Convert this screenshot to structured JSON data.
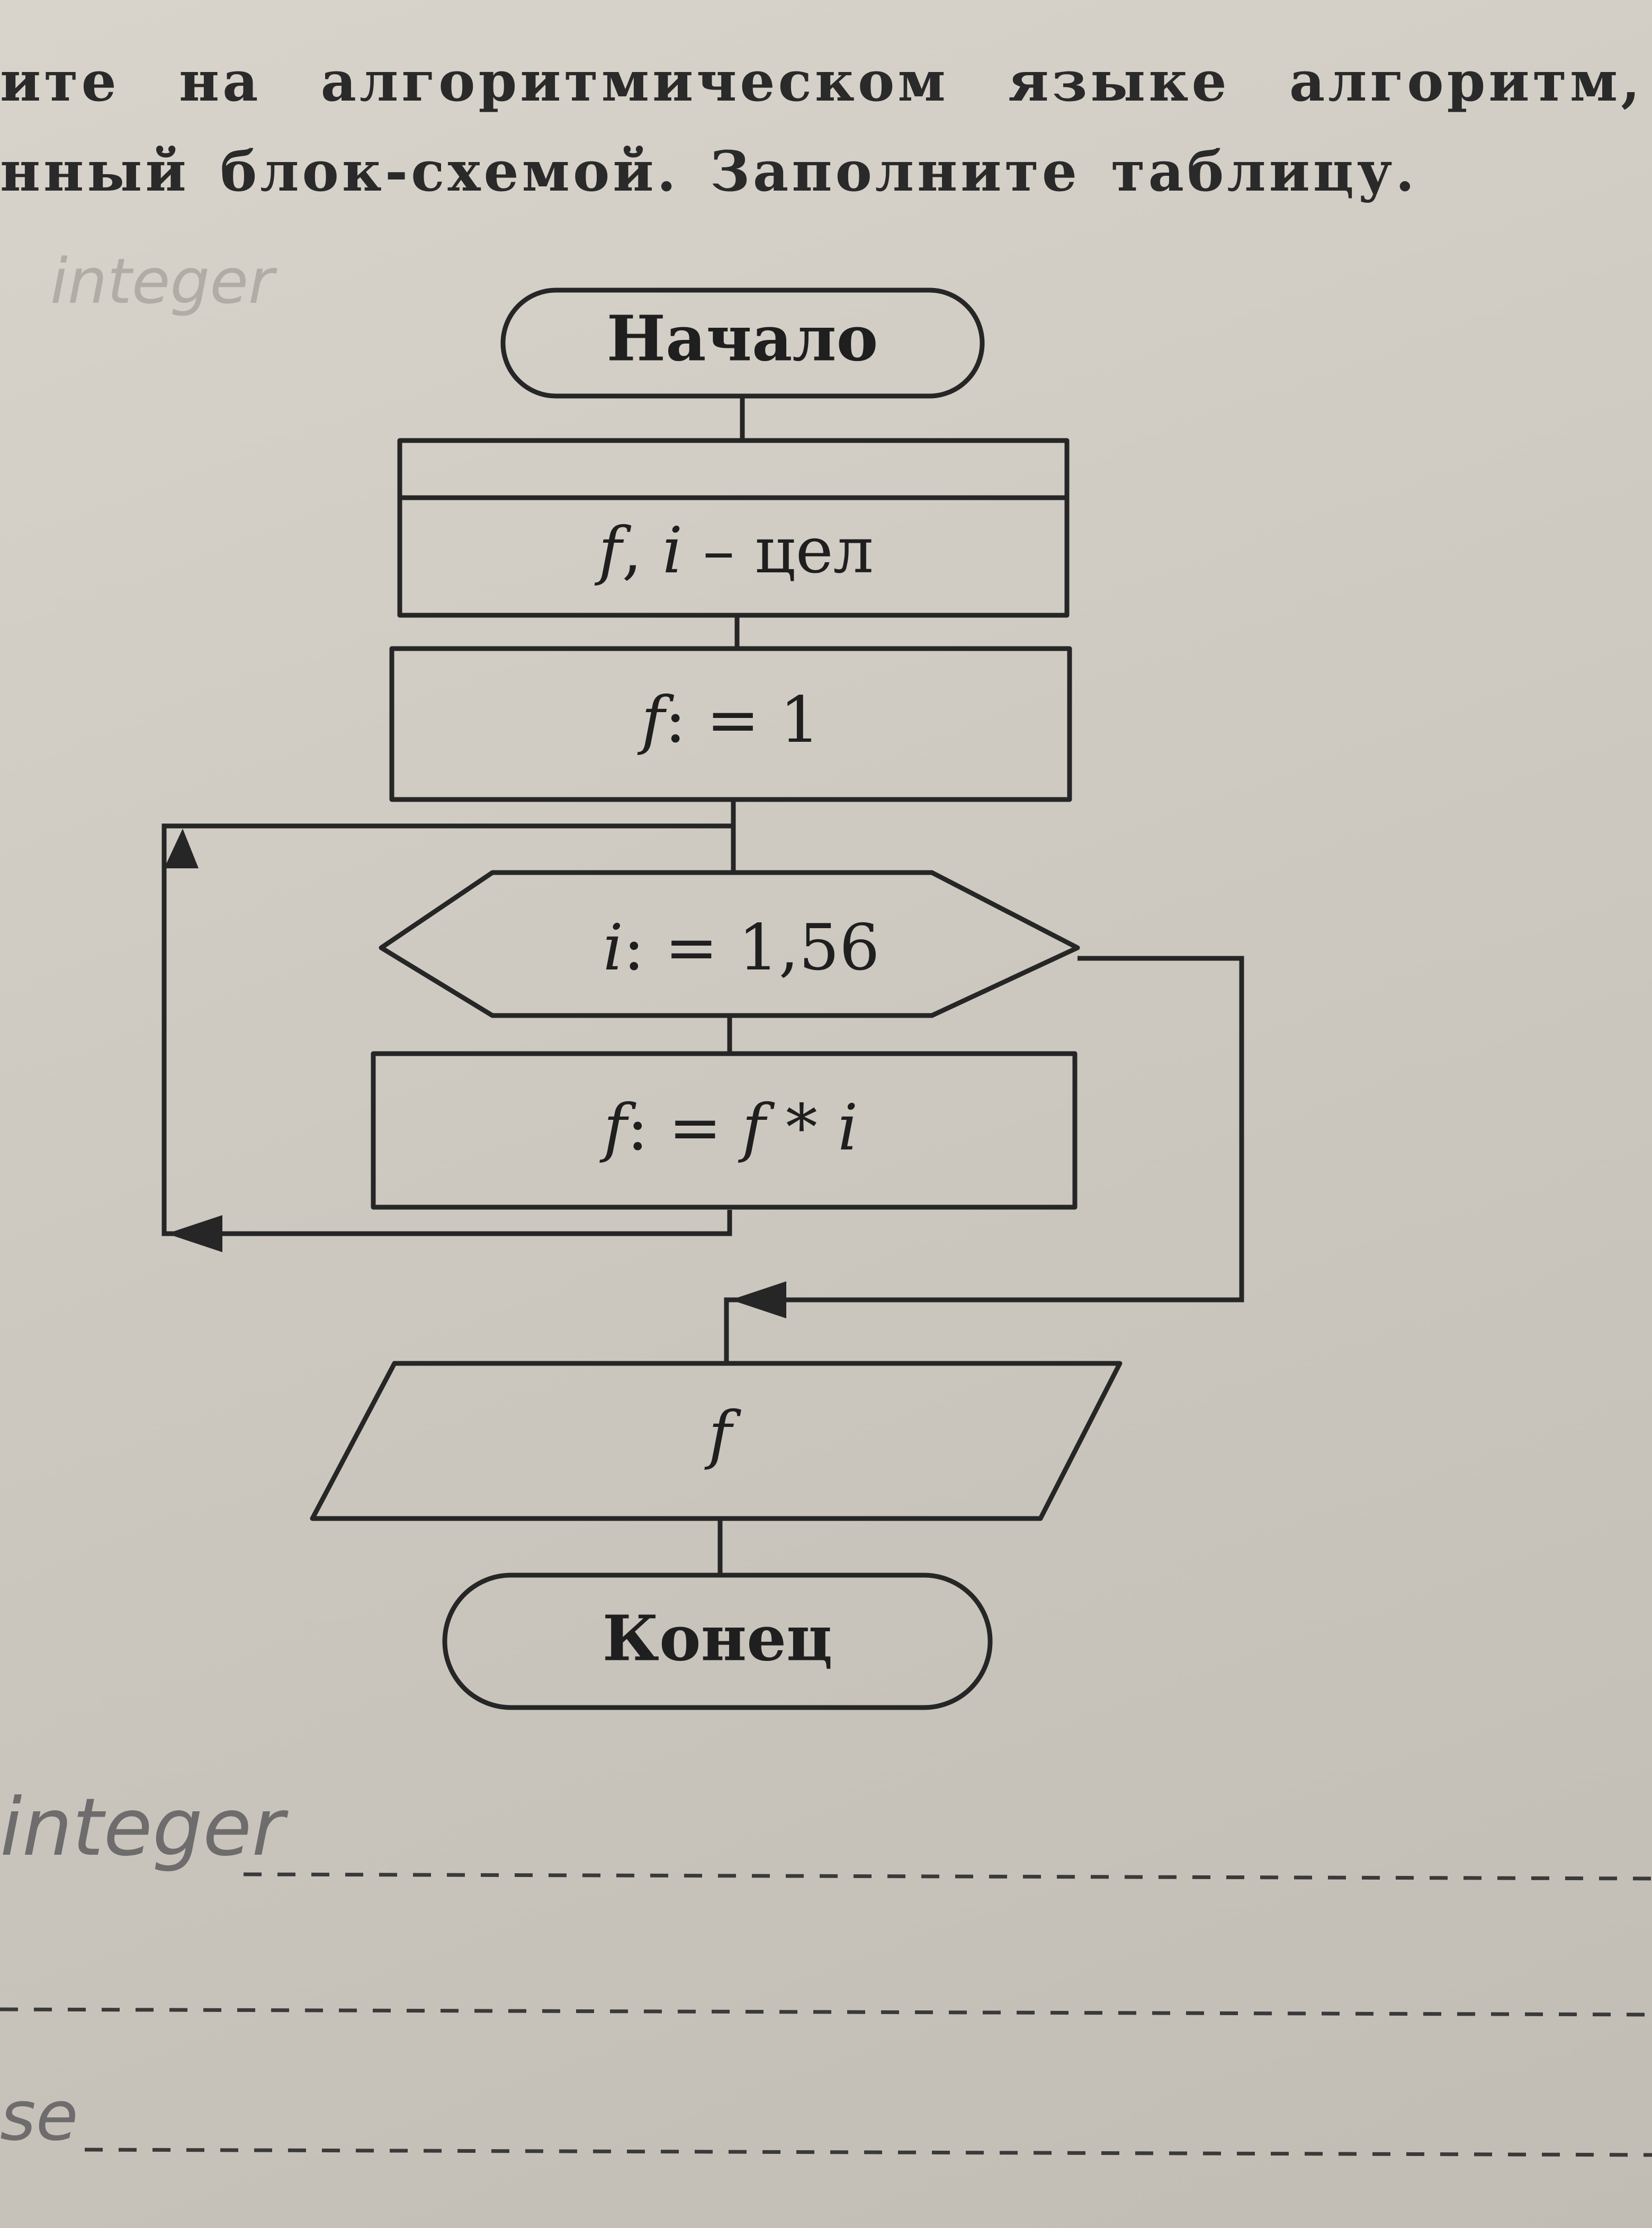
{
  "header": {
    "line1": "ите на алгоритмическом языке алгоритм,",
    "line2": "нный блок-схемой. Заполните таблицу."
  },
  "handwriting": {
    "top": "integer",
    "bottom": "integer",
    "fragment": "se"
  },
  "flowchart": {
    "start": "Начало",
    "declaration": "f, i – цел",
    "init": "f: = 1",
    "loop": "i: = 1,56",
    "body": "f: = f * i",
    "output": "f",
    "end": "Конец"
  }
}
